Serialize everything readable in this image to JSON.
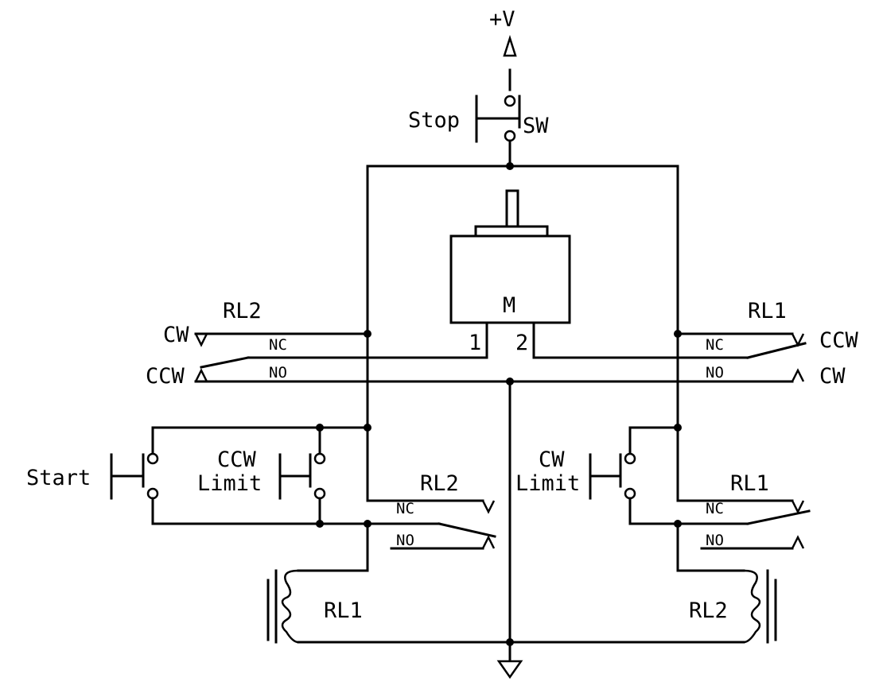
{
  "labels": {
    "supply": "+V",
    "stop": "Stop",
    "sw": "SW",
    "motor": "M",
    "pin1": "1",
    "pin2": "2",
    "rl2_top": "RL2",
    "rl1_top": "RL1",
    "cw_left": "CW",
    "ccw_left": "CCW",
    "ccw_right": "CCW",
    "cw_right": "CW",
    "nc": "NC",
    "no": "NO",
    "start": "Start",
    "ccw_limit_1": "CCW",
    "ccw_limit_2": "Limit",
    "cw_limit_1": "CW",
    "cw_limit_2": "Limit",
    "rl2_mid": "RL2",
    "rl1_mid": "RL1",
    "rl1_coil": "RL1",
    "rl2_coil": "RL2"
  }
}
